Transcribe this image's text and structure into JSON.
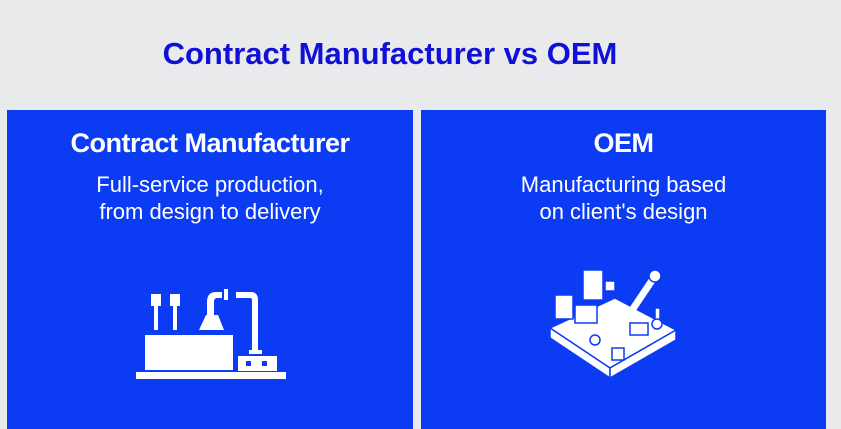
{
  "title": "Contract Manufacturer vs OEM",
  "panels": [
    {
      "heading": "Contract Manufacturer",
      "desc_line1": "Full-service production,",
      "desc_line2": "from design to delivery",
      "icon": "factory-icon"
    },
    {
      "heading": "OEM",
      "desc_line1": "Manufacturing based",
      "desc_line2": "on client's design",
      "icon": "assembly-line-icon"
    }
  ],
  "colors": {
    "panel": "#0b3cf4",
    "title": "#1010d6",
    "background": "#e9eaeb"
  }
}
